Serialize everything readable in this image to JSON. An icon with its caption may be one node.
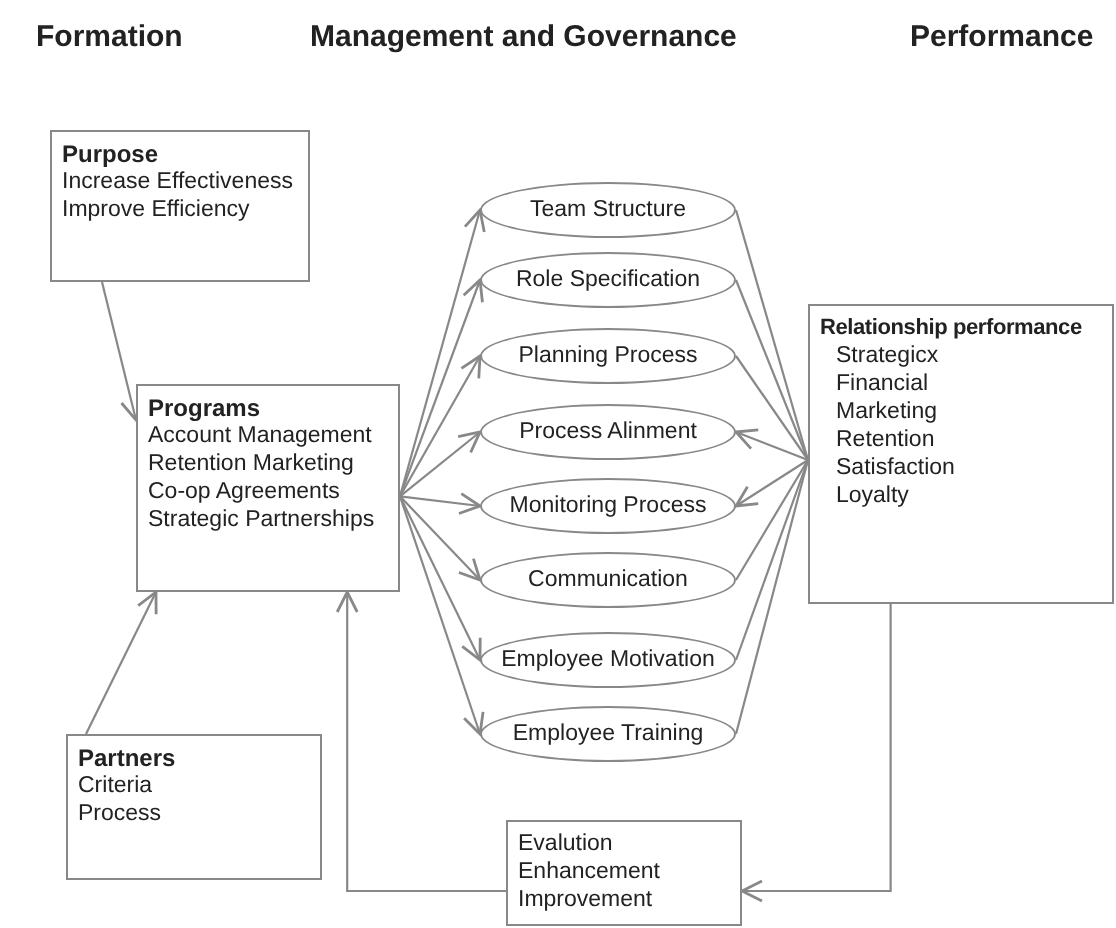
{
  "diagram": {
    "nodes": [
      {
        "text": [
          "Purpose",
          "Increase Effectiveness",
          "Improve Efficiency"
        ]
      },
      {
        "text": [
          "Programs",
          "Account Management",
          "Retention Marketing",
          "Co-op Agreements",
          "Strategic Partnerships"
        ]
      },
      {
        "text": [
          "Team Structure"
        ]
      },
      {
        "text": [
          "Role Specification"
        ]
      },
      {
        "text": [
          "Planning Process"
        ]
      },
      {
        "text": [
          "Process Alinment"
        ]
      },
      {
        "text": [
          "Monitoring Process"
        ]
      },
      {
        "text": [
          "Communication"
        ]
      },
      {
        "text": [
          "Employee  Motivation"
        ]
      },
      {
        "text": [
          "Employee Training"
        ]
      },
      {
        "text": [
          "Relationship performance",
          "Strategicx",
          "Financial",
          "Marketing",
          "Retention",
          "Satisfaction",
          "Loyalty"
        ]
      },
      {
        "text": [
          "Partners",
          "Criteria",
          "Process"
        ]
      },
      {
        "text": [
          "Evalution",
          "Enhancement",
          "Improvement"
        ]
      }
    ],
    "edges": [
      {
        "from": 0,
        "to": 1,
        "arrow": "to"
      },
      {
        "from": 11,
        "to": 1,
        "arrow": "to"
      },
      {
        "from": 1,
        "to": 2,
        "arrow": "to"
      },
      {
        "from": 1,
        "to": 3,
        "arrow": "to"
      },
      {
        "from": 1,
        "to": 4,
        "arrow": "to"
      },
      {
        "from": 1,
        "to": 5,
        "arrow": "to"
      },
      {
        "from": 1,
        "to": 6,
        "arrow": "to"
      },
      {
        "from": 1,
        "to": 7,
        "arrow": "to"
      },
      {
        "from": 1,
        "to": 8,
        "arrow": "to"
      },
      {
        "from": 1,
        "to": 9,
        "arrow": "to"
      },
      {
        "from": 2,
        "to": 10,
        "arrow": "none"
      },
      {
        "from": 3,
        "to": 10,
        "arrow": "none"
      },
      {
        "from": 4,
        "to": 10,
        "arrow": "none"
      },
      {
        "from": 10,
        "to": 5,
        "arrow": "to"
      },
      {
        "from": 10,
        "to": 6,
        "arrow": "to"
      },
      {
        "from": 7,
        "to": 10,
        "arrow": "none"
      },
      {
        "from": 8,
        "to": 10,
        "arrow": "none"
      },
      {
        "from": 9,
        "to": 10,
        "arrow": "none"
      },
      {
        "from": 10,
        "to": 12,
        "arrow": "to"
      },
      {
        "from": 12,
        "to": 1,
        "arrow": "to"
      }
    ],
    "labels": [
      "Formation",
      "Management and Governance",
      "Performance"
    ]
  }
}
